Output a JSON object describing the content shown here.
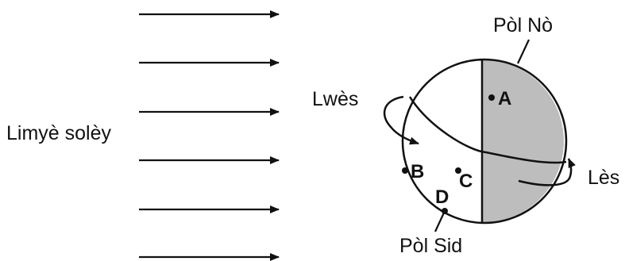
{
  "labels": {
    "sunlight": "Limyè solèy",
    "north_pole": "Pòl Nò",
    "south_pole": "Pòl Sid",
    "west": "Lwès",
    "east": "Lès"
  },
  "points": {
    "a": "A",
    "b": "B",
    "c": "C",
    "d": "D"
  },
  "colors": {
    "night_side": "#bdbdbd",
    "ink": "#111111"
  }
}
